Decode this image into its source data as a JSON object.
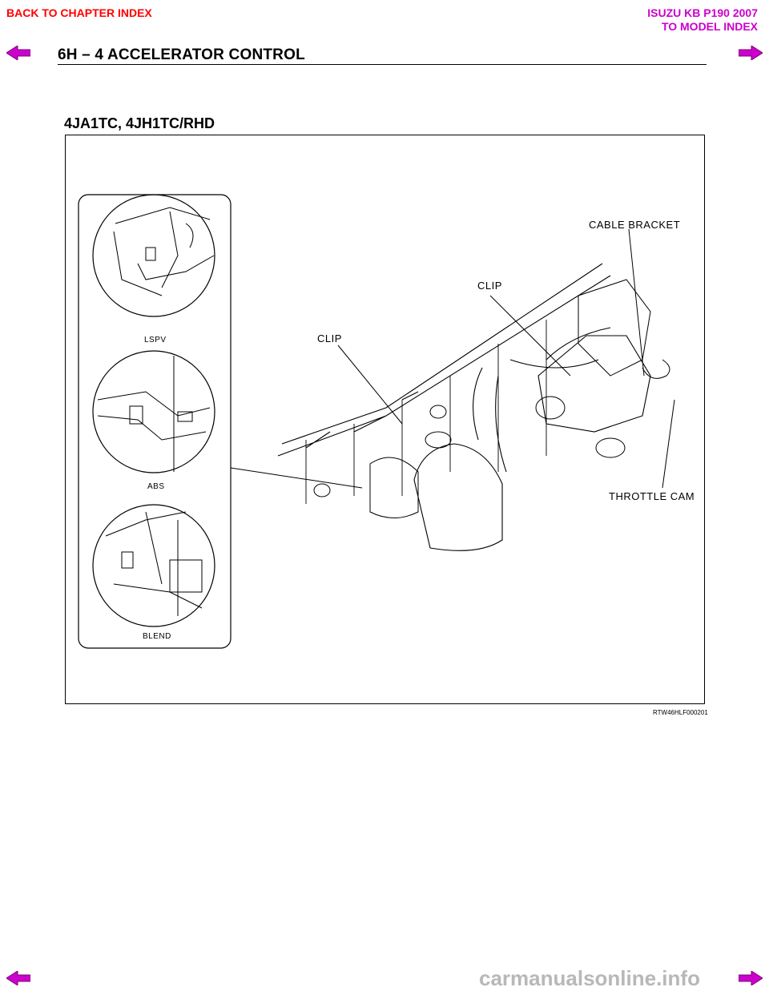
{
  "nav": {
    "back_chapter": "BACK TO CHAPTER INDEX",
    "model_line1": "ISUZU KB P190 2007",
    "model_line2": "TO MODEL INDEX",
    "prev_icon": "left-arrow-icon",
    "next_icon": "right-arrow-icon"
  },
  "header": {
    "title": "6H – 4   ACCELERATOR CONTROL"
  },
  "section": {
    "title": "4JA1TC, 4JH1TC/RHD"
  },
  "figure": {
    "insets": [
      "LSPV",
      "ABS",
      "BLEND"
    ],
    "callouts": {
      "cable_bracket": "CABLE BRACKET",
      "clip_upper": "CLIP",
      "clip_left": "CLIP",
      "throttle_cam": "THROTTLE CAM"
    },
    "code": "RTW46HLF000201"
  },
  "footer": {
    "watermark": "carmanualsonline.info"
  },
  "colors": {
    "link_red": "#ff0000",
    "link_purple": "#cc00cc",
    "arrow_purple": "#cc00cc"
  }
}
